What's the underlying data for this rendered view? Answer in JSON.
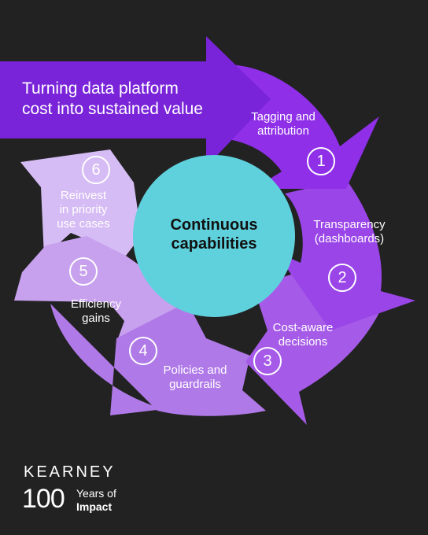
{
  "headline": [
    "Turning data platform",
    "cost into sustained value"
  ],
  "center": [
    "Continuous",
    "capabilities"
  ],
  "steps": [
    {
      "number": "1",
      "label": [
        "Tagging and",
        "attribution"
      ]
    },
    {
      "number": "2",
      "label": [
        "Transparency",
        "(dashboards)"
      ]
    },
    {
      "number": "3",
      "label": [
        "Cost-aware",
        "decisions"
      ]
    },
    {
      "number": "4",
      "label": [
        "Policies and",
        "guardrails"
      ]
    },
    {
      "number": "5",
      "label": [
        "Efficiency",
        "gains"
      ]
    },
    {
      "number": "6",
      "label": [
        "Reinvest",
        "in priority",
        "use cases"
      ]
    }
  ],
  "brand": {
    "name": "KEARNEY",
    "years_number": "100",
    "years_text": "Years of",
    "years_emphasis": "Impact"
  },
  "colors": {
    "background": "#222222",
    "headline_arrow": "#7A24D9",
    "step1": "#8F2FE8",
    "step2": "#9A45E8",
    "step3": "#A65BE8",
    "step4": "#B079E8",
    "step5": "#C7A0EE",
    "step6": "#D6BCF4",
    "center": "#5FD1DD"
  }
}
